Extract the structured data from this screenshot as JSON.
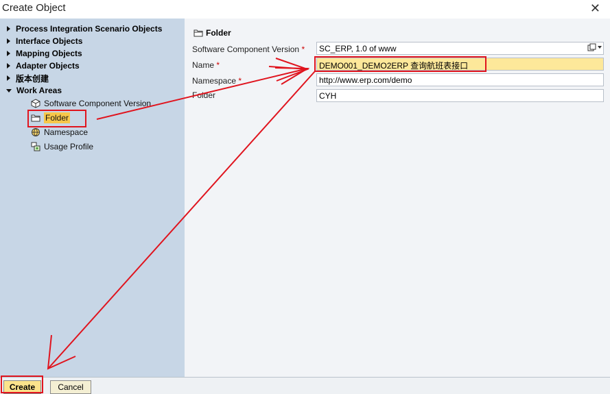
{
  "window": {
    "title": "Create Object",
    "close_glyph": "✕"
  },
  "tree": {
    "categories": [
      {
        "label": "Process Integration Scenario Objects"
      },
      {
        "label": "Interface Objects"
      },
      {
        "label": "Mapping Objects"
      },
      {
        "label": "Adapter Objects"
      },
      {
        "label": "版本创建"
      },
      {
        "label": "Work Areas"
      }
    ],
    "work_areas_items": [
      {
        "label": "Software Component Version",
        "icon": "cube-icon"
      },
      {
        "label": "Folder",
        "icon": "folder-icon"
      },
      {
        "label": "Namespace",
        "icon": "globe-icon"
      },
      {
        "label": "Usage Profile",
        "icon": "usage-profile-icon"
      }
    ]
  },
  "form": {
    "heading": "Folder",
    "fields": {
      "swcv": {
        "label": "Software Component Version",
        "required": "*",
        "value": "SC_ERP, 1.0 of www"
      },
      "name": {
        "label": "Name",
        "required": "*",
        "value": "DEMO001_DEMO2ERP 查询航班表接口"
      },
      "namespace": {
        "label": "Namespace",
        "required": "*",
        "value": "http://www.erp.com/demo"
      },
      "folder": {
        "label": "Folder",
        "value": "CYH"
      }
    }
  },
  "footer": {
    "create_label": "Create",
    "cancel_label": "Cancel"
  },
  "annotation_color": "#e0141e"
}
